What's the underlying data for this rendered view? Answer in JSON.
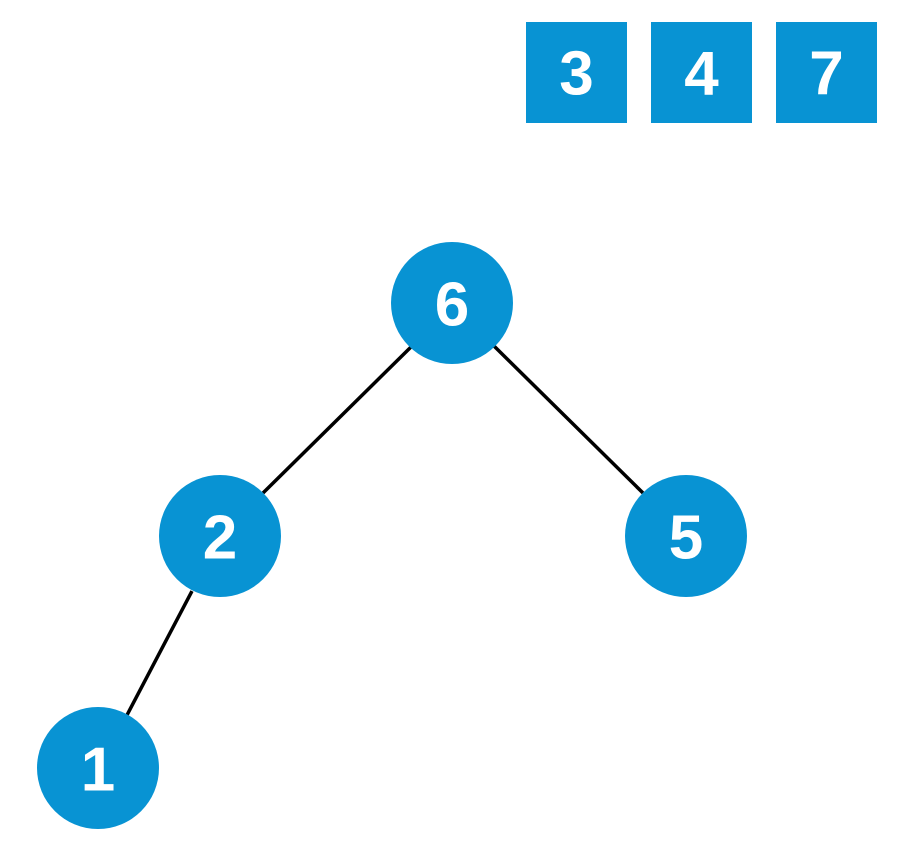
{
  "colors": {
    "node_fill": "#0893d3",
    "edge": "#000000",
    "label": "#ffffff",
    "background": "#ffffff"
  },
  "queue": {
    "items": [
      "3",
      "4",
      "7"
    ]
  },
  "tree": {
    "nodes": [
      {
        "id": "n6",
        "label": "6"
      },
      {
        "id": "n2",
        "label": "2"
      },
      {
        "id": "n5",
        "label": "5"
      },
      {
        "id": "n1",
        "label": "1"
      }
    ],
    "edges": [
      {
        "from": "n6",
        "to": "n2"
      },
      {
        "from": "n6",
        "to": "n5"
      },
      {
        "from": "n2",
        "to": "n1"
      }
    ]
  }
}
